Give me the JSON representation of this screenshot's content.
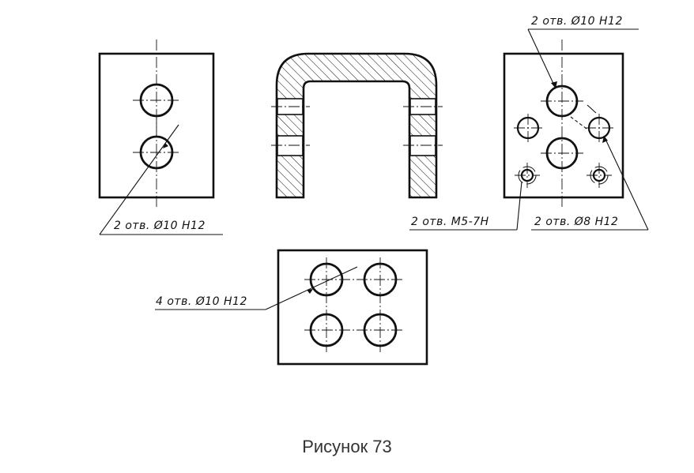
{
  "notes": {
    "left_view": "2 отв. Ø10 H12",
    "right_top": "2 отв. Ø10 H12",
    "right_threads": "2 отв. M5-7H",
    "right_small": "2 отв. Ø8 H12",
    "bottom_view": "4 отв. Ø10 H12"
  },
  "caption": "Рисунок 73",
  "colors": {
    "line": "#111111",
    "caption": "#333333",
    "background": "#ffffff"
  }
}
